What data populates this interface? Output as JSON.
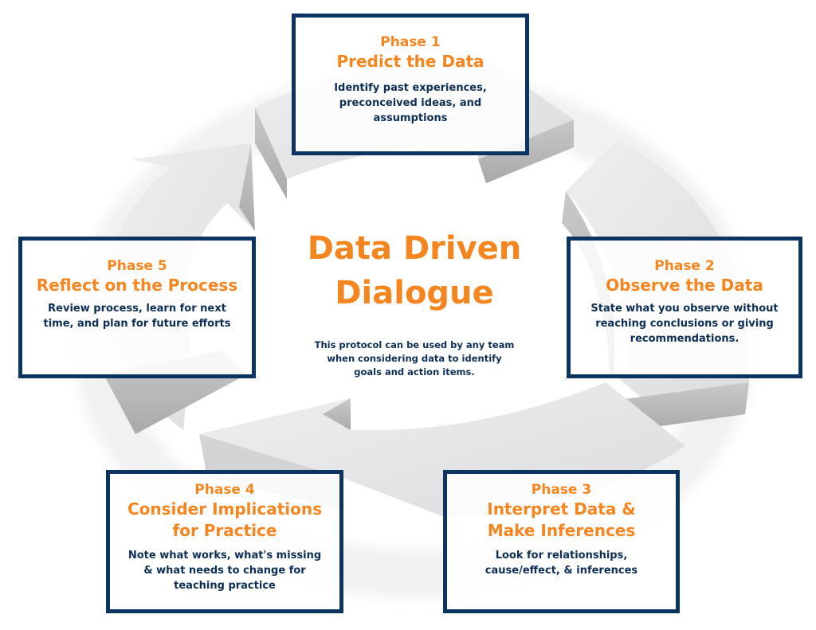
{
  "title": "Data Driven Dialogue",
  "subtitle": "This protocol can be used by any team when considering data to identify goals and action items.",
  "colors": {
    "accent_orange": "#f5861f",
    "navy_border": "#0b3560",
    "navy_text": "#0e2f55",
    "arrow_gray": "#e3e3e5"
  },
  "phases": [
    {
      "number": "Phase 1",
      "title_lines": [
        "Predict the Data"
      ],
      "desc_lines": [
        "Identify past experiences,",
        "preconceived ideas, and",
        "assumptions"
      ]
    },
    {
      "number": "Phase 2",
      "title_lines": [
        "Observe the Data"
      ],
      "desc_lines": [
        "State what you observe without",
        "reaching conclusions or giving",
        "recommendations."
      ]
    },
    {
      "number": "Phase 3",
      "title_lines": [
        "Interpret Data &",
        "Make Inferences"
      ],
      "desc_lines": [
        "Look for relationships,",
        "cause/effect, & inferences"
      ]
    },
    {
      "number": "Phase 4",
      "title_lines": [
        "Consider Implications",
        "for Practice"
      ],
      "desc_lines": [
        "Note what works, what's missing",
        "& what needs to change for",
        "teaching practice"
      ]
    },
    {
      "number": "Phase 5",
      "title_lines": [
        "Reflect on the Process"
      ],
      "desc_lines": [
        "Review process, learn for next",
        "time, and plan for future efforts"
      ]
    }
  ],
  "center": {
    "title_lines": [
      "Data Driven",
      "Dialogue"
    ],
    "desc_lines": [
      "This protocol can be used by any team",
      "when considering data to identify",
      "goals and action items."
    ]
  }
}
